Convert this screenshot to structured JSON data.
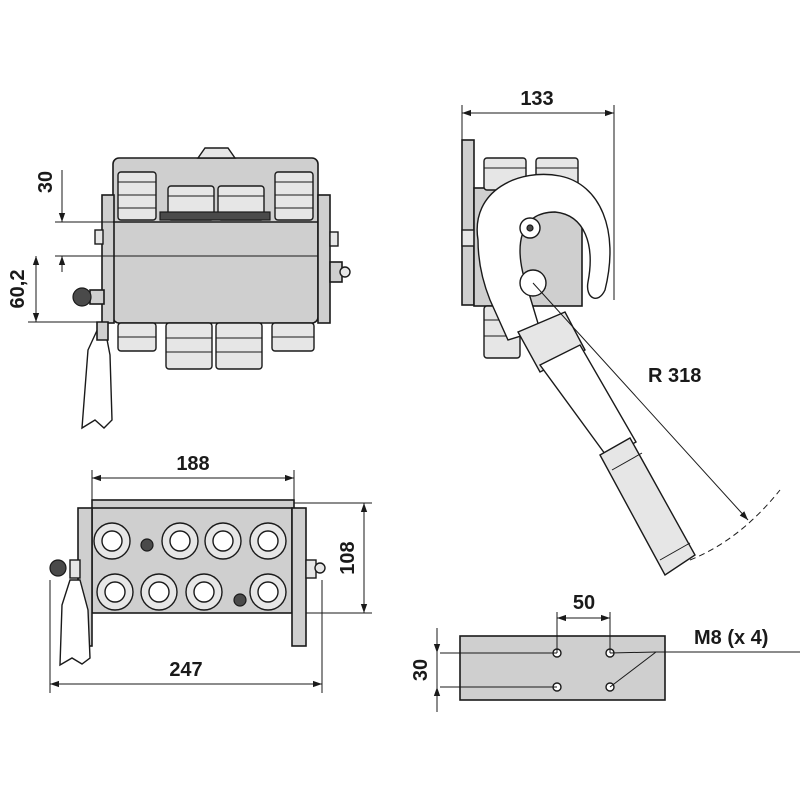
{
  "dimensions": {
    "top_margin": "30",
    "height_mount": "60,2",
    "side_width": "133",
    "lever_radius": "R 318",
    "front_width_inner": "188",
    "front_height": "108",
    "front_width_outer": "247",
    "hole_spacing_x": "50",
    "hole_spacing_y": "30",
    "mount_thread": "M8 (x 4)"
  },
  "colors": {
    "body": "#cfcfcf",
    "line": "#1a1a1a",
    "background": "#ffffff"
  }
}
